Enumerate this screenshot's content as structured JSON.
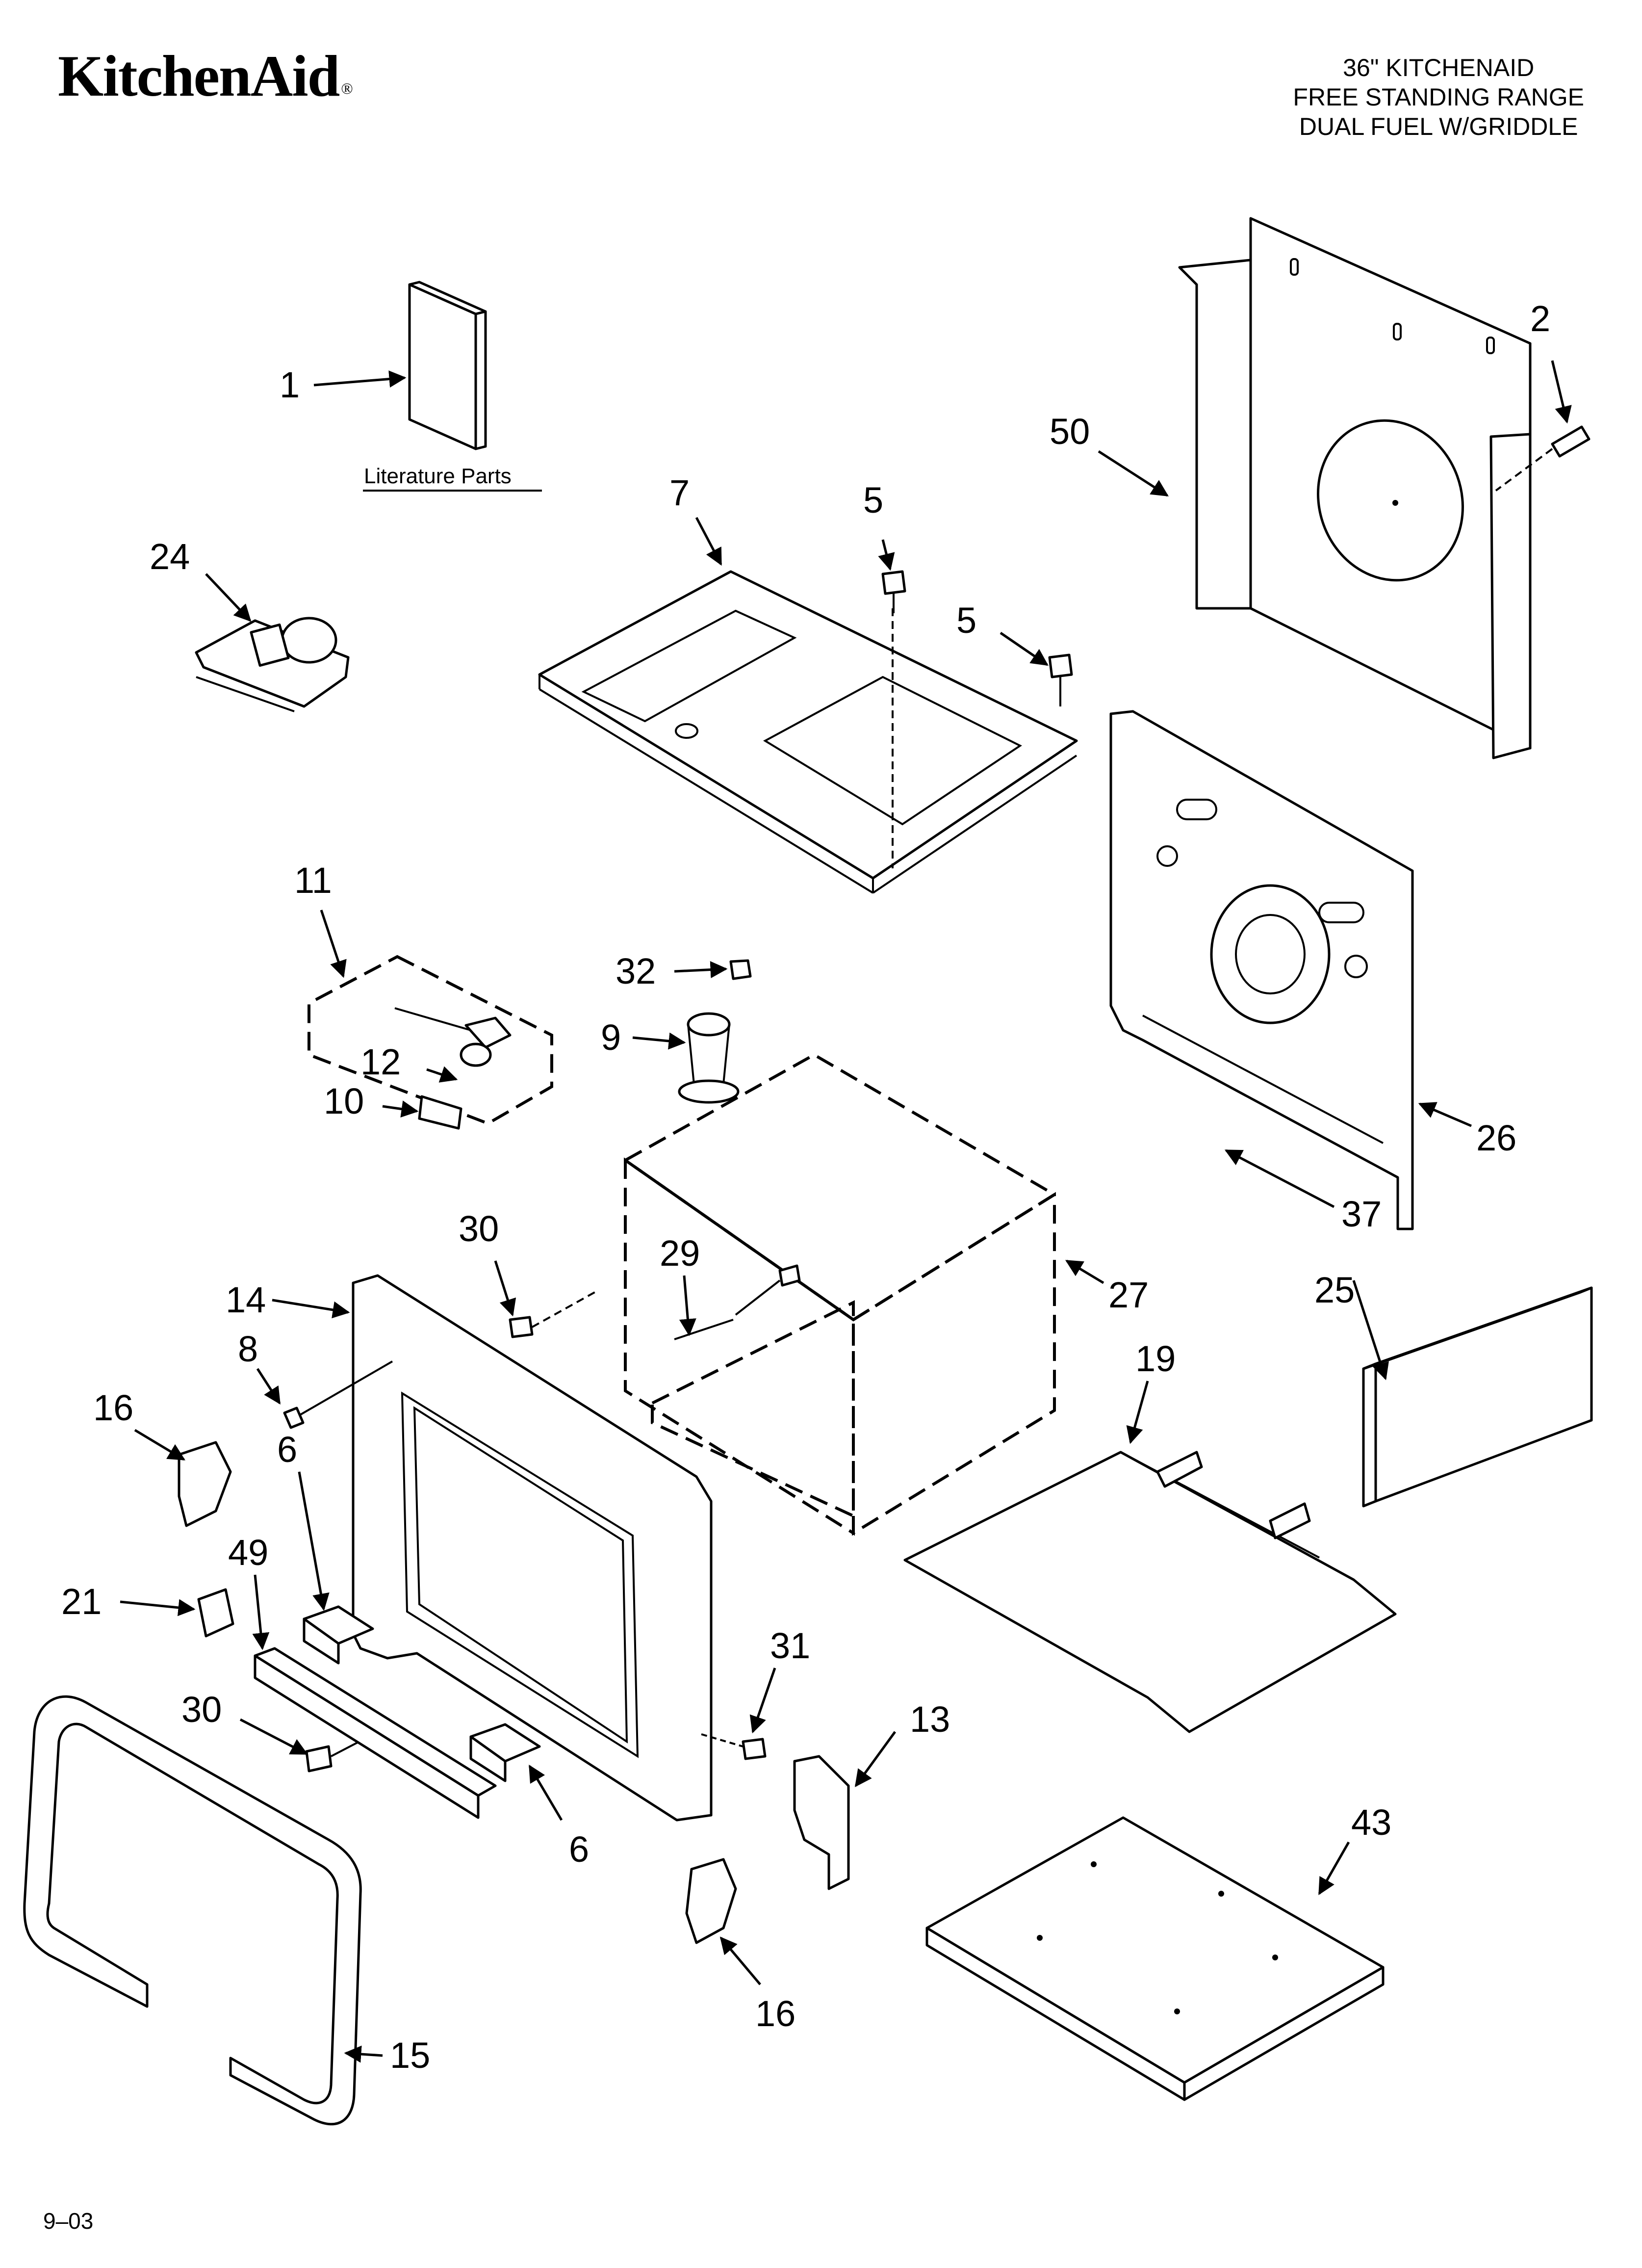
{
  "brand": {
    "name": "KitchenAid",
    "mark": "®"
  },
  "title": {
    "line1": "36\" KITCHENAID",
    "line2": "FREE STANDING RANGE",
    "line3": "DUAL FUEL W/GRIDDLE"
  },
  "literature_caption": "Literature Parts",
  "footer": {
    "date_code": "9–03"
  },
  "callouts": {
    "c1": "1",
    "c2": "2",
    "c5a": "5",
    "c5b": "5",
    "c6a": "6",
    "c6b": "6",
    "c7": "7",
    "c8": "8",
    "c9": "9",
    "c10": "10",
    "c11": "11",
    "c12": "12",
    "c13": "13",
    "c14": "14",
    "c15": "15",
    "c16a": "16",
    "c16b": "16",
    "c19": "19",
    "c21": "21",
    "c24": "24",
    "c25": "25",
    "c26": "26",
    "c27": "27",
    "c29": "29",
    "c30a": "30",
    "c30b": "30",
    "c31": "31",
    "c32": "32",
    "c37": "37",
    "c43": "43",
    "c49": "49",
    "c50": "50"
  }
}
